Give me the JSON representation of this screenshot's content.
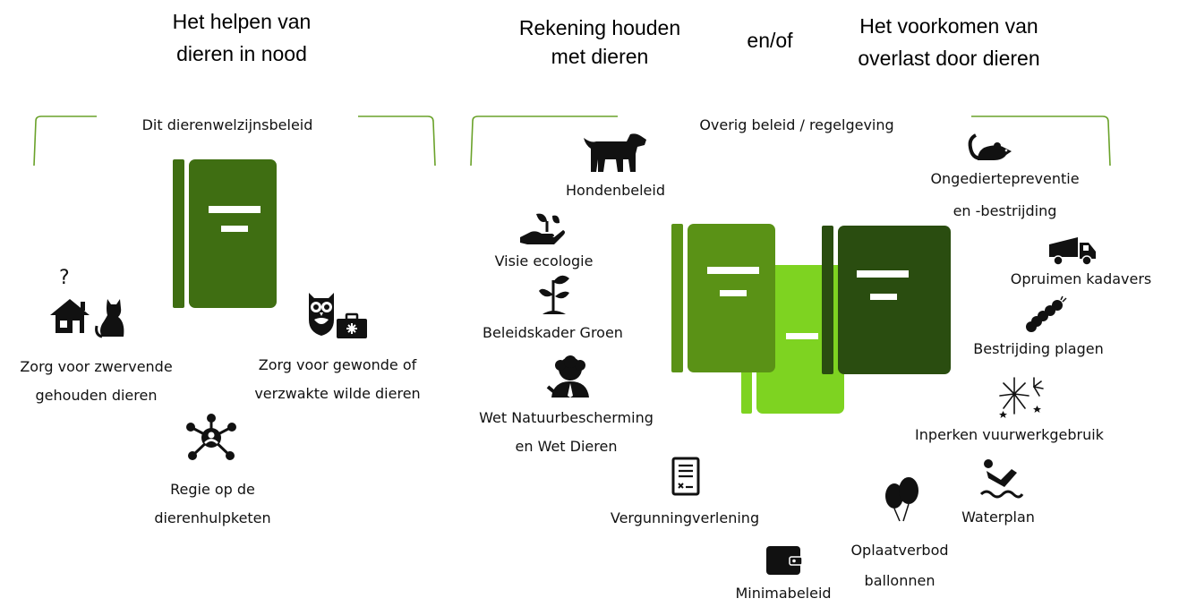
{
  "headings": {
    "left": [
      "Het helpen van",
      "dieren in nood"
    ],
    "middle": [
      "Rekening houden",
      "met dieren"
    ],
    "connector": "en/of",
    "right": [
      "Het voorkomen van",
      "overlast door dieren"
    ]
  },
  "sections": {
    "left_title": "Dit dierenwelzijnsbeleid",
    "right_title": "Overig beleid / regelgeving"
  },
  "left_items": {
    "stray": [
      "Zorg voor zwervende",
      "gehouden dieren"
    ],
    "question_mark": "?",
    "wild": [
      "Zorg voor gewonde of",
      "verzwakte wilde dieren"
    ],
    "regie": [
      "Regie op de",
      "dierenhulpketen"
    ]
  },
  "right_items": {
    "honden": "Hondenbeleid",
    "visie": "Visie ecologie",
    "groen": "Beleidskader Groen",
    "wet": [
      "Wet Natuurbescherming",
      "en Wet Dieren"
    ],
    "vergunning": "Vergunningverlening",
    "minima": "Minimabeleid",
    "ballonnen": [
      "Oplaatverbod",
      "ballonnen"
    ],
    "water": "Waterplan",
    "vuurwerk": "Inperken vuurwerkgebruik",
    "plagen": "Bestrijding plagen",
    "kadavers": "Opruimen kadavers",
    "ongedierte": [
      "Ongediertepreventie",
      "en -bestrijding"
    ]
  },
  "colors": {
    "green_dark": "#3f6e12",
    "green_mid": "#5a9216",
    "green_light": "#7ed321",
    "green_deep": "#2a4d10",
    "bracket": "#6aa22a"
  },
  "icons": [
    "house-icon",
    "cat-icon",
    "question-icon",
    "owl-icon",
    "medical-kit-icon",
    "network-icon",
    "dog-icon",
    "hand-plant-icon",
    "sprout-icon",
    "person-icon",
    "document-icon",
    "wallet-icon",
    "balloons-icon",
    "swimmer-icon",
    "fireworks-icon",
    "caterpillar-icon",
    "truck-icon",
    "rat-icon",
    "book-icon"
  ]
}
